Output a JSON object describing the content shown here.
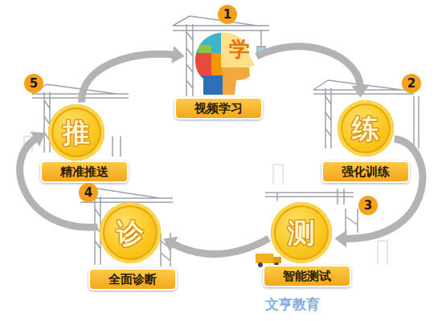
{
  "diagram": {
    "nodes": [
      {
        "text": [
          "学"
        ]
      },
      {
        "text": [
          "视频学习"
        ]
      },
      {
        "text": [
          "练"
        ]
      },
      {
        "text": [
          "强化训练"
        ]
      },
      {
        "text": [
          "测"
        ]
      },
      {
        "text": [
          "智能测试"
        ]
      },
      {
        "text": [
          "诊"
        ]
      },
      {
        "text": [
          "全面诊断"
        ]
      },
      {
        "text": [
          "推"
        ]
      },
      {
        "text": [
          "精准推送"
        ]
      }
    ],
    "edges": [
      {
        "from": 0,
        "to": 2,
        "arrow": "to"
      },
      {
        "from": 2,
        "to": 4,
        "arrow": "to"
      },
      {
        "from": 4,
        "to": 6,
        "arrow": "to"
      },
      {
        "from": 6,
        "to": 8,
        "arrow": "to"
      },
      {
        "from": 8,
        "to": 0,
        "arrow": "to"
      }
    ],
    "labels": [
      "1",
      "2",
      "3",
      "4",
      "5",
      "文亨教育"
    ]
  }
}
